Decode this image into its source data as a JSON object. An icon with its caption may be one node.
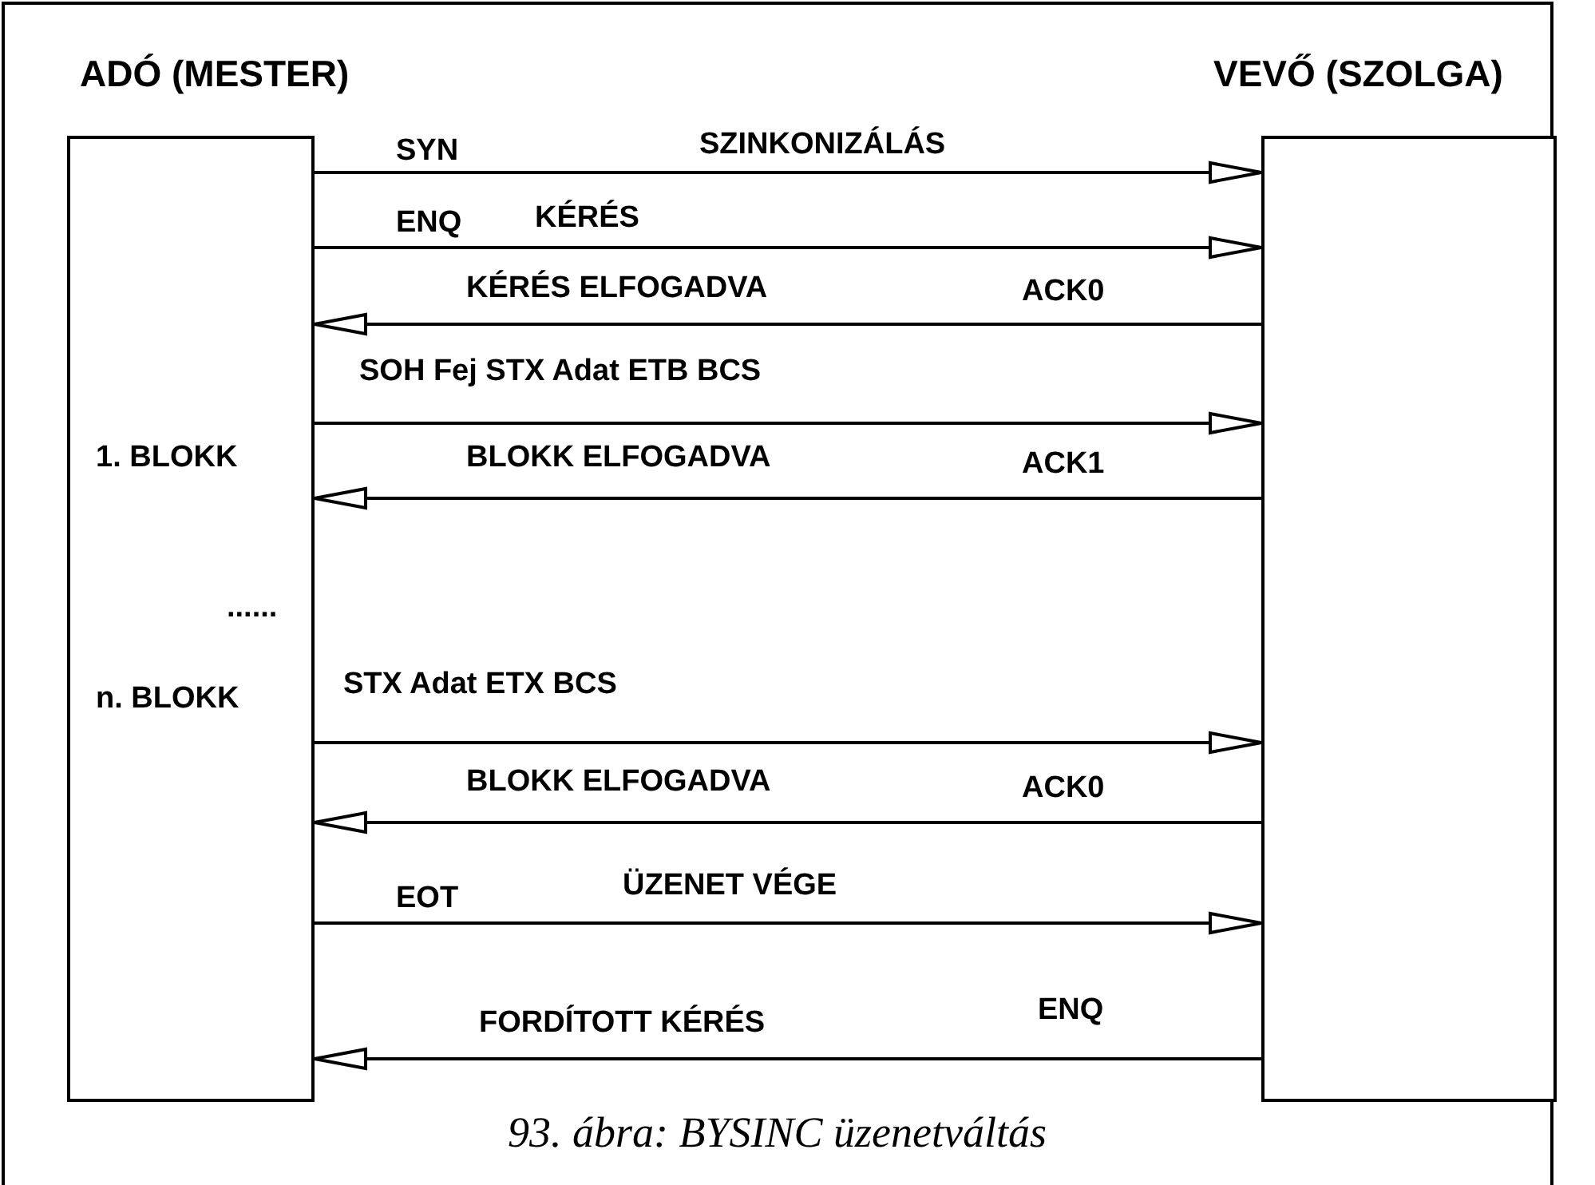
{
  "diagram": {
    "caption": "93. ábra: BYSINC üzenetváltás",
    "nodes": [
      {
        "text": [
          "ADÓ (MESTER)"
        ]
      },
      {
        "text": [
          "VEVŐ (SZOLGA)"
        ]
      }
    ],
    "edges": [
      {
        "from": 0,
        "to": 1,
        "arrow": "to",
        "label": "SZINKONIZÁLÁS"
      },
      {
        "from": 0,
        "to": 1,
        "arrow": "to",
        "label": "KÉRÉS"
      },
      {
        "from": 1,
        "to": 0,
        "arrow": "to",
        "label": "KÉRÉS ELFOGADVA"
      },
      {
        "from": 0,
        "to": 1,
        "arrow": "to",
        "label": "SOH Fej STX Adat ETB BCS"
      },
      {
        "from": 1,
        "to": 0,
        "arrow": "to",
        "label": "BLOKK ELFOGADVA"
      },
      {
        "from": 0,
        "to": 1,
        "arrow": "to",
        "label": "STX Adat ETX BCS"
      },
      {
        "from": 1,
        "to": 0,
        "arrow": "to",
        "label": "BLOKK ELFOGADVA"
      },
      {
        "from": 0,
        "to": 1,
        "arrow": "to",
        "label": "ÜZENET VÉGE"
      },
      {
        "from": 1,
        "to": 0,
        "arrow": "to",
        "label": "FORDÍTOTT KÉRÉS"
      }
    ],
    "labels": [
      "SYN",
      "ENQ",
      "ACK0",
      "1. BLOKK",
      "ACK1",
      "......",
      "n. BLOKK",
      "ACK0",
      "EOT",
      "ENQ"
    ]
  }
}
